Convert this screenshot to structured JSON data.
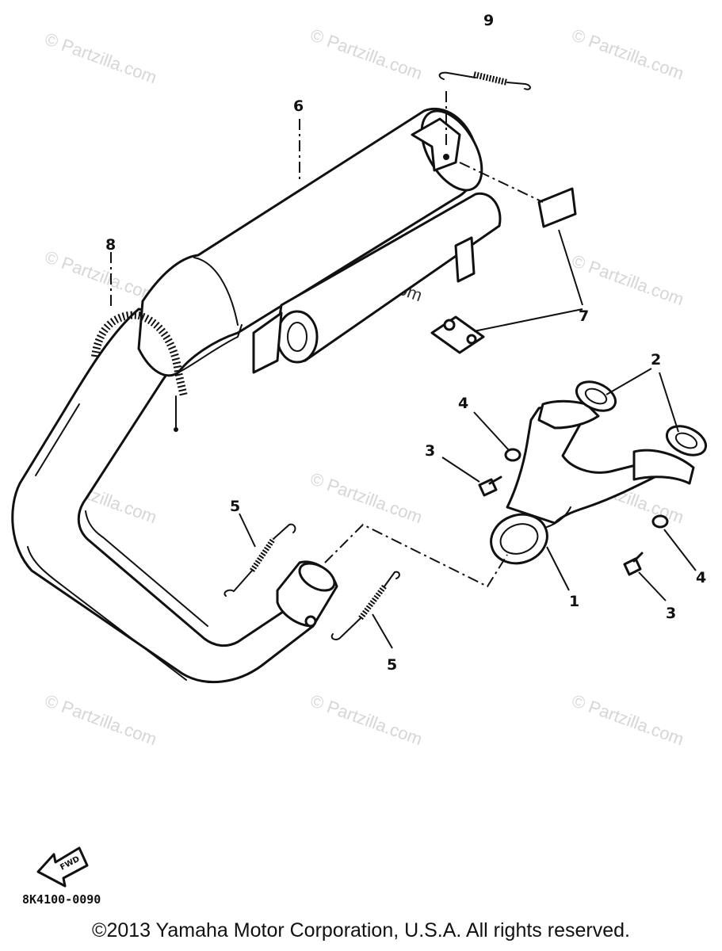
{
  "watermark": "© Partzilla.com",
  "callouts": [
    "1",
    "2",
    "3",
    "3",
    "4",
    "4",
    "5",
    "5",
    "6",
    "7",
    "8",
    "9"
  ],
  "fwd_label": "FWD",
  "diagram_code": "8K4100-0090",
  "copyright": "©2013 Yamaha Motor Corporation, U.S.A. All rights reserved."
}
